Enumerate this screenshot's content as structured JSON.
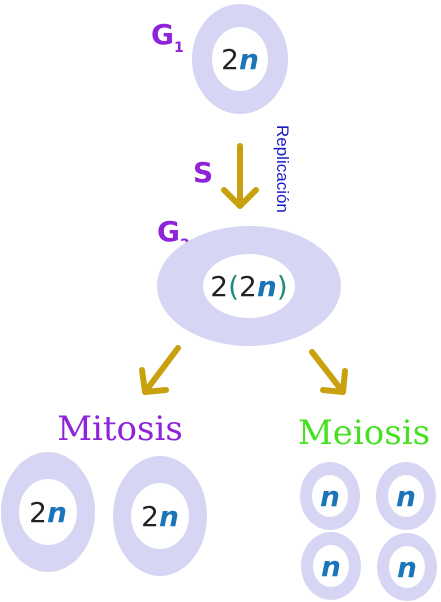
{
  "colors": {
    "phase": "#8e23d9",
    "mitosis": "#8e23d9",
    "meiosis": "#44e021",
    "replication": "#1919c8",
    "digit": "#222222",
    "n": "#1a76b8",
    "paren": "#1e8c76"
  },
  "phases": {
    "g1": {
      "letter": "G",
      "sub": "1"
    },
    "s": {
      "letter": "S"
    },
    "g2": {
      "letter": "G",
      "sub": "2"
    }
  },
  "replication_label": "Replicación",
  "processes": {
    "mitosis": "Mitosis",
    "meiosis": "Meiosis"
  },
  "ploidy": {
    "g1_cell": {
      "digit": "2",
      "n": "n"
    },
    "g2_cell": {
      "digit": "2",
      "open": "(",
      "inner_digit": "2",
      "n": "n",
      "close": ")"
    },
    "mitosis_cells": [
      {
        "digit": "2",
        "n": "n"
      },
      {
        "digit": "2",
        "n": "n"
      }
    ],
    "meiosis_cells": [
      {
        "n": "n"
      },
      {
        "n": "n"
      },
      {
        "n": "n"
      },
      {
        "n": "n"
      }
    ]
  }
}
